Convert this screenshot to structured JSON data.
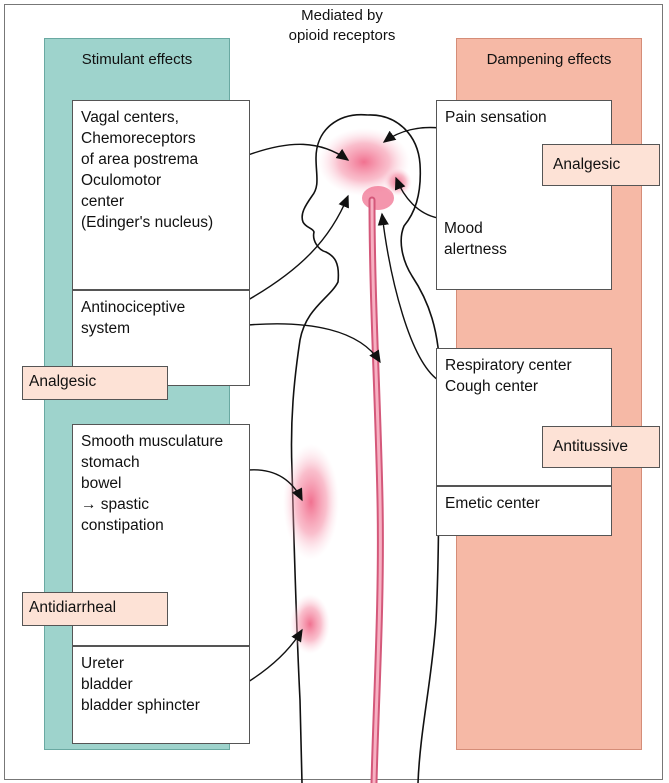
{
  "header": {
    "left_title": "Stimulant effects",
    "center_title": "Mediated by\nopioid receptors",
    "right_title": "Dampening effects"
  },
  "left": {
    "box1": "Vagal centers,\nChemoreceptors\nof area postrema\nOculomotor\ncenter\n(Edinger's nucleus)",
    "box2": "Antinociceptive\nsystem",
    "tag1": "Analgesic",
    "box3": "Smooth musculature\nstomach\nbowel\n→ spastic\nconstipation",
    "tag2": "Antidiarrheal",
    "box4": "Ureter\nbladder\nbladder sphincter"
  },
  "right": {
    "box1": "Pain sensation",
    "tag1": "Analgesic",
    "box2": "Mood\nalertness",
    "box3": "Respiratory center\nCough center",
    "tag2": "Antitussive",
    "box4": "Emetic center"
  },
  "colors": {
    "left_bg": "#9ed3cc",
    "right_bg": "#f6b9a6",
    "tag_bg": "#fde2d6",
    "highlight": "#f06a8a"
  }
}
